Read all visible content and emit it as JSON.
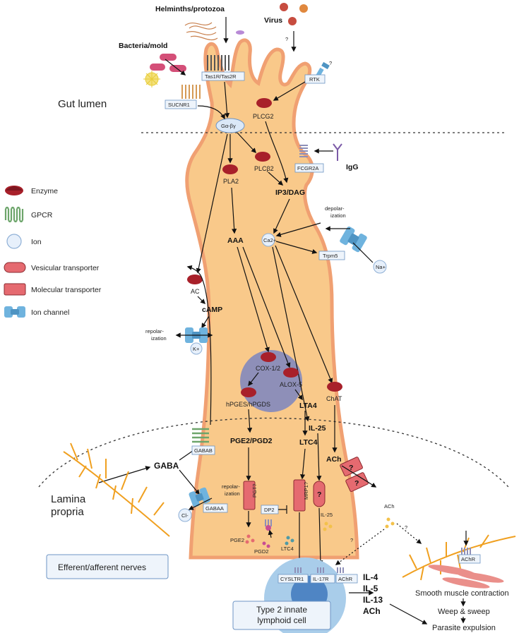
{
  "colors": {
    "cell_fill": "#f9c98a",
    "cell_border": "#f0a072",
    "enzyme": "#a8202a",
    "gpcr": "#6da56b",
    "ion_fill": "#e7f0fb",
    "ion_border": "#8fb0d6",
    "transporter": "#e56a70",
    "channel": "#6fb3de",
    "nerve": "#f0a020",
    "ilc_fill": "#a9cdea",
    "ilc_nucleus": "#4f85c4",
    "label_box": "#eef4fb",
    "label_box_border": "#6d94c4",
    "nucleus": "#8e8fb8"
  },
  "regions": {
    "gut_lumen": "Gut lumen",
    "lamina_propria": "Lamina\npropria",
    "nerves_box": "Efferent/afferent nerves",
    "ilc_box": "Type 2 innate\nlymphoid cell"
  },
  "legend": [
    {
      "icon": "enzyme-icon",
      "label": "Enzyme"
    },
    {
      "icon": "gpcr-icon",
      "label": "GPCR"
    },
    {
      "icon": "ion-icon",
      "label": "Ion"
    },
    {
      "icon": "vesicular-transporter-icon",
      "label": "Vesicular transporter"
    },
    {
      "icon": "molecular-transporter-icon",
      "label": "Molecular transporter"
    },
    {
      "icon": "ion-channel-icon",
      "label": "Ion channel"
    }
  ],
  "stimuli": {
    "helminths": "Helminths/protozoa",
    "virus": "Virus",
    "bacteria": "Bacteria/mold",
    "igg": "IgG"
  },
  "receptors": {
    "tas": "Tas1R/Tas2R",
    "sucnr1": "SUCNR1",
    "rtk": "RTK",
    "fcgr2a": "FCGR2A",
    "gaba_b": "GABAB",
    "gaba_a": "GABAA",
    "dp2": "DP2",
    "cysltr1": "CYSLTR1",
    "il17r": "IL-17R",
    "achr_ilc": "AChR",
    "achr_muscle": "AChR"
  },
  "enzymes": {
    "plcg2": "PLCG2",
    "galpha": "Gα-βγ",
    "pla2": "PLA2",
    "plcb2": "PLCβ2",
    "ac": "AC",
    "cox": "COX-1/2",
    "alox5": "ALOX-5",
    "hpges": "hPGES/hPGDS",
    "chat": "ChAT"
  },
  "molecules": {
    "ip3dag": "IP3/DAG",
    "aaa": "AAA",
    "ca": "Ca2+",
    "trpm5": "Trpm5",
    "na": "Na+",
    "depolarization": "depolar-\nization",
    "camp": "cAMP",
    "k": "K+",
    "repol_left": "repolar-\nization",
    "repol_mid": "repolar-\nization",
    "lta4": "LTA4",
    "ltc4": "LTC4",
    "il25": "IL-25",
    "ach": "ACh",
    "pge_pgd": "PGE2/PGD2",
    "gaba": "GABA",
    "cl": "Cl-",
    "pgt": "PGT?",
    "mrp1": "MRP1?",
    "q_vesicle": "?",
    "q_transporter_1": "?",
    "q_transporter_2": "?",
    "pge2_out": "PGE2",
    "pgd2_out": "PGD2",
    "ltc4_out": "LTC4",
    "il25_out": "IL-25",
    "ach_out": "ACh",
    "q_rtk": "?",
    "q_virus": "?",
    "q_dotted_1": "?",
    "q_dotted_2": "?"
  },
  "outputs": {
    "cytokines": [
      "IL-4",
      "IL-5",
      "IL-13",
      "ACh"
    ],
    "smooth_muscle": "Smooth muscle contraction",
    "weep_sweep": "Weep & sweep",
    "parasite": "Parasite expulsion"
  }
}
